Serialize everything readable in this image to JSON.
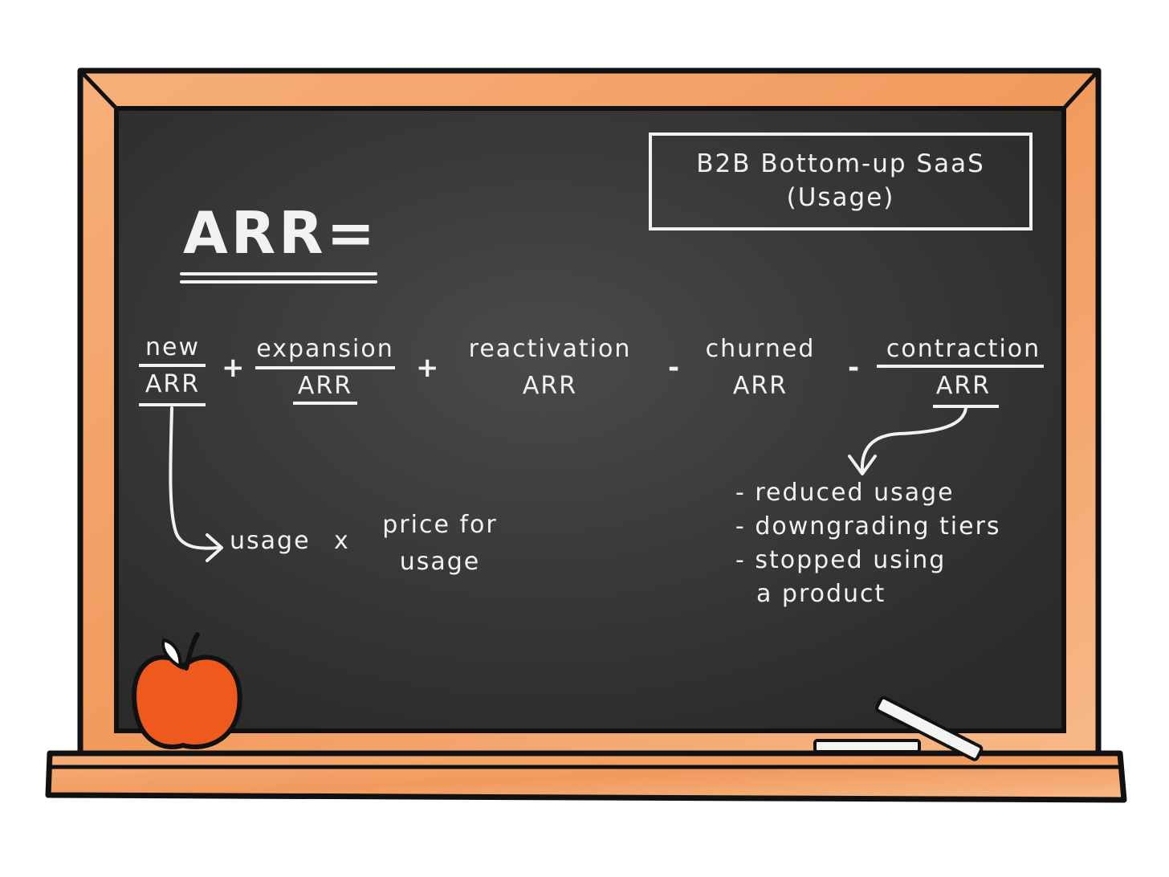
{
  "badge": {
    "line1": "B2B Bottom-up SaaS",
    "line2": "(Usage)"
  },
  "title": "ARR=",
  "terms": [
    {
      "top": "new",
      "bottom": "ARR"
    },
    {
      "top": "expansion",
      "bottom": "ARR"
    },
    {
      "top": "reactivation",
      "bottom": "ARR"
    },
    {
      "top": "churned",
      "bottom": "ARR"
    },
    {
      "top": "contraction",
      "bottom": "ARR"
    }
  ],
  "operators": [
    "+",
    "+",
    "-",
    "-"
  ],
  "new_arr_breakdown": {
    "usage": "usage",
    "times": "x",
    "price_line1": "price for",
    "price_line2": "usage"
  },
  "contraction_reasons": [
    "- reduced usage",
    "- downgrading tiers",
    "- stopped using",
    "a product"
  ],
  "colors": {
    "frame": "#f3a66d",
    "board": "#323232",
    "chalk": "#f2f2f0",
    "apple": "#ee5a1e",
    "outline": "#111111"
  }
}
